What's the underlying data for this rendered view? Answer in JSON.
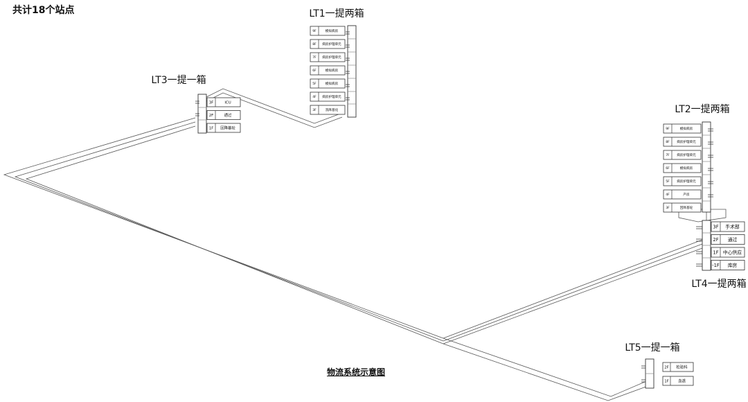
{
  "station_count_label": "共计18个站点",
  "caption": "物流系统示意图",
  "towers": [
    {
      "id": "lt1",
      "label": "LT1一提两箱",
      "stations": [
        {
          "floor": "9F",
          "name": "模拟病房"
        },
        {
          "floor": "8F",
          "name": "病房护理单元"
        },
        {
          "floor": "7F",
          "name": "病房护理单元"
        },
        {
          "floor": "6F",
          "name": "模拟病房"
        },
        {
          "floor": "5F",
          "name": "模拟病房"
        },
        {
          "floor": "4F",
          "name": "病房护理单元"
        },
        {
          "floor": "3F",
          "name": "洗降基化"
        }
      ]
    },
    {
      "id": "lt2",
      "label": "LT2一提两箱",
      "stations": [
        {
          "floor": "9F",
          "name": "模拟病房"
        },
        {
          "floor": "8F",
          "name": "病房护理单元"
        },
        {
          "floor": "7F",
          "name": "病房护理单元"
        },
        {
          "floor": "6F",
          "name": "模拟病房"
        },
        {
          "floor": "5F",
          "name": "病房护理单元"
        },
        {
          "floor": "4F",
          "name": "产房"
        },
        {
          "floor": "3F",
          "name": "回降基砼"
        }
      ]
    },
    {
      "id": "lt3",
      "label": "LT3一提一箱",
      "stations": [
        {
          "floor": "3F",
          "name": "ICU"
        },
        {
          "floor": "2F",
          "name": "通过"
        },
        {
          "floor": "1F",
          "name": "回降基砼"
        }
      ]
    },
    {
      "id": "lt4",
      "label": "LT4一提两箱",
      "stations": [
        {
          "floor": "3F",
          "name": "手术部"
        },
        {
          "floor": "2F",
          "name": "通过"
        },
        {
          "floor": "1F",
          "name": "中心供应"
        },
        {
          "floor": "-1F",
          "name": "库房"
        }
      ]
    },
    {
      "id": "lt5",
      "label": "LT5一提一箱",
      "stations": [
        {
          "floor": "2F",
          "name": "检验科"
        },
        {
          "floor": "1F",
          "name": "血透"
        }
      ]
    }
  ]
}
